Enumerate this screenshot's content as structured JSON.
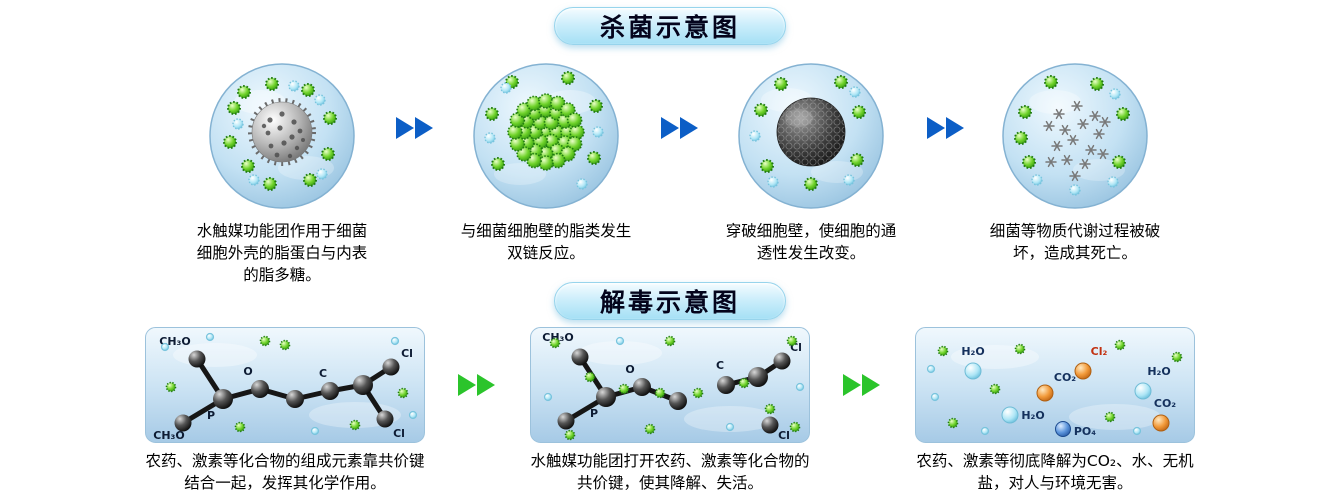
{
  "sterilization": {
    "title": "杀菌示意图",
    "stages": [
      {
        "caption": "水触媒功能团作用于细菌细胞外壳的脂蛋白与内表的脂多糖。"
      },
      {
        "caption": "与细菌细胞壁的脂类发生双链反应。"
      },
      {
        "caption": "穿破细胞壁，使细胞的通透性发生改变。"
      },
      {
        "caption": "细菌等物质代谢过程被破坏，造成其死亡。"
      }
    ]
  },
  "detox": {
    "title": "解毒示意图",
    "panels": [
      {
        "caption": "农药、激素等化合物的组成元素靠共价键结合一起，发挥其化学作用。"
      },
      {
        "caption": "水触媒功能团打开农药、激素等化合物的共价键，使其降解、失活。"
      },
      {
        "caption": "农药、激素等彻底降解为CO₂、水、无机盐，对人与环境无害。"
      }
    ],
    "molecule_labels": {
      "ch3o": "CH₃O",
      "o": "O",
      "p": "P",
      "c": "C",
      "cl": "Cl"
    },
    "product_labels": {
      "h2o": "H₂O",
      "co2": "CO₂",
      "cl2": "Cl₂",
      "po4": "PO₄"
    }
  },
  "colors": {
    "arrow_blue": "#0c5ec6",
    "arrow_green": "#2bc42b",
    "circle_bg": "#bcdcf0",
    "title_pill_bg": "#b5e4f6"
  }
}
